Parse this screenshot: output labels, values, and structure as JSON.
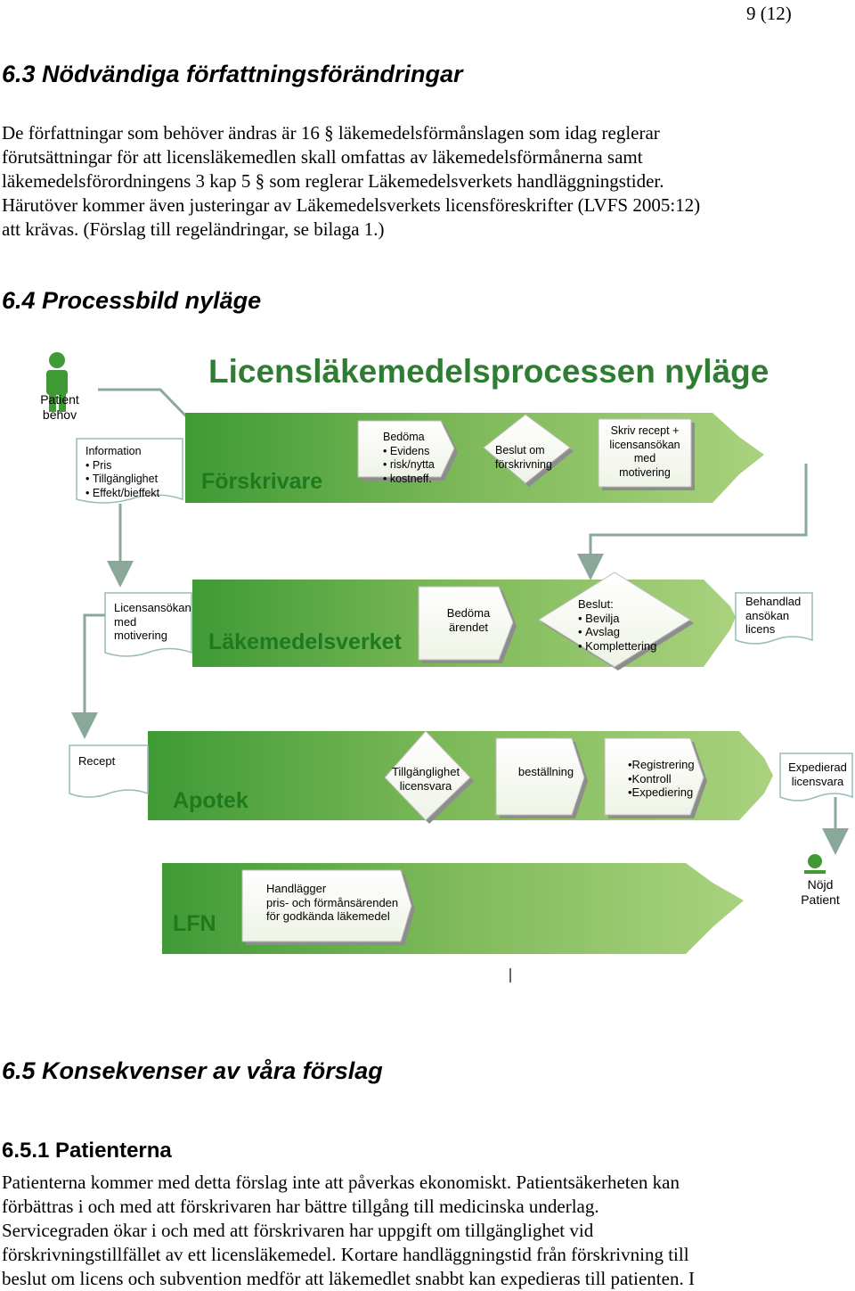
{
  "page_number": "9 (12)",
  "section_63": {
    "heading": "6.3 Nödvändiga författningsförändringar",
    "lines": [
      "De författningar som behöver ändras är 16 § läkemedelsförmånslagen som idag reglerar",
      "förutsättningar för att licensläkemedlen skall omfattas av läkemedelsförmånerna samt",
      "läkemedelsförordningens 3 kap 5 § som reglerar Läkemedelsverkets handläggningstider.",
      "Härutöver kommer även justeringar av Läkemedelsverkets licensföreskrifter (LVFS 2005:12)",
      "att krävas.  (Förslag till regeländringar, se bilaga 1.)"
    ]
  },
  "section_64": {
    "heading": "6.4 Processbild nyläge"
  },
  "diagram": {
    "title": "Licensläkemedelsprocessen nyläge",
    "patient_label": [
      "Patient",
      "behov"
    ],
    "satisfied_patient_label": [
      "Nöjd",
      "Patient"
    ],
    "lane_forskrivare": {
      "label": "Förskrivare",
      "doc": {
        "title": "Information",
        "items": [
          "Pris",
          "Tillgänglighet",
          "Effekt/bieffekt"
        ]
      },
      "step1": {
        "title": "Bedöma",
        "items": [
          "Evidens",
          "risk/nytta",
          "kostneff."
        ]
      },
      "step2": [
        "Beslut om",
        "förskrivning"
      ],
      "step3": [
        "Skriv recept +",
        "licensansökan",
        "med",
        "motivering"
      ]
    },
    "lane_lakemedelsverket": {
      "label": "Läkemedelsverket",
      "doc": [
        "Licensansökan",
        "med",
        "motivering"
      ],
      "step1": [
        "Bedöma",
        "ärendet"
      ],
      "step2": {
        "title": "Beslut:",
        "items": [
          "Bevilja",
          "Avslag",
          "Komplettering"
        ]
      },
      "output": [
        "Behandlad",
        "ansökan",
        "licens"
      ]
    },
    "lane_apotek": {
      "label": "Apotek",
      "doc": [
        "Recept"
      ],
      "step1": [
        "Tillgänglighet",
        "licensvara"
      ],
      "step2": [
        "beställning"
      ],
      "step3": [
        "•Registrering",
        "•Kontroll",
        "•Expediering"
      ],
      "output": [
        "Expedierad",
        "licensvara"
      ]
    },
    "lane_lfn": {
      "label": "LFN",
      "step1": [
        "Handlägger",
        "pris- och förmånsärenden",
        "för godkända läkemedel"
      ]
    },
    "colors": {
      "lane_green": "#7fba5a",
      "lane_light": "#b3d78f",
      "title_green": "#2f7d32",
      "arrow": "#8aa89a"
    }
  },
  "section_65": {
    "heading": "6.5 Konsekvenser av våra förslag"
  },
  "section_651": {
    "heading": "6.5.1 Patienterna",
    "lines": [
      "Patienterna kommer med detta förslag inte att påverkas ekonomiskt. Patientsäkerheten kan",
      "förbättras i och med att förskrivaren har bättre tillgång till medicinska underlag.",
      "Servicegraden ökar i och med att förskrivaren har uppgift om tillgänglighet vid",
      "förskrivningstillfället av ett licensläkemedel. Kortare handläggningstid från förskrivning till",
      "beslut om licens och subvention medför att läkemedlet snabbt kan expedieras till patienten. I"
    ]
  }
}
